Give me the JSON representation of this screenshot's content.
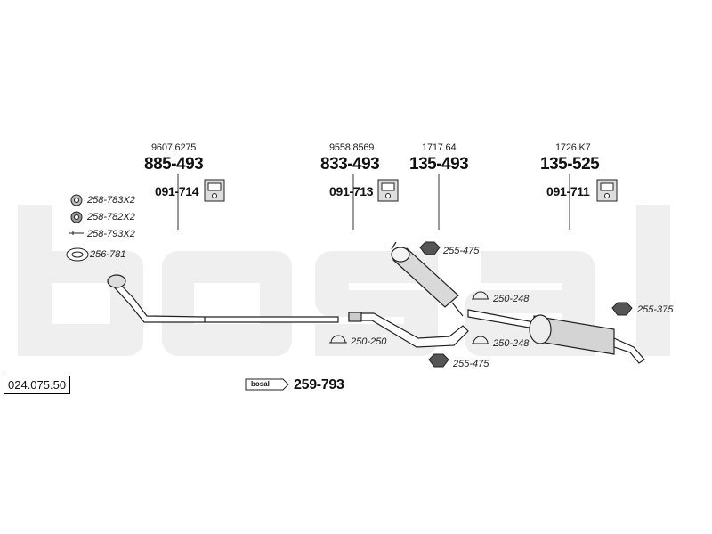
{
  "catalog_number": "024.075.50",
  "watermark": "bosal",
  "groups": [
    {
      "ref": "9607.6275",
      "part": "885-493",
      "mount": "091-714"
    },
    {
      "ref": "9558.8569",
      "part": "833-493",
      "mount": "091-713"
    },
    {
      "ref": "1717.64",
      "part": "135-493"
    },
    {
      "ref": "1726.K7",
      "part": "135-525",
      "mount": "091-711"
    }
  ],
  "left_parts": [
    "258-783X2",
    "258-782X2",
    "258-793X2",
    "256-781"
  ],
  "clamps": {
    "c1": "250-250",
    "c2": "250-248",
    "c3": "250-248",
    "n1": "255-475",
    "n2": "255-475",
    "n3": "255-375"
  },
  "kit": {
    "logo": "bosal",
    "part": "259-793"
  }
}
